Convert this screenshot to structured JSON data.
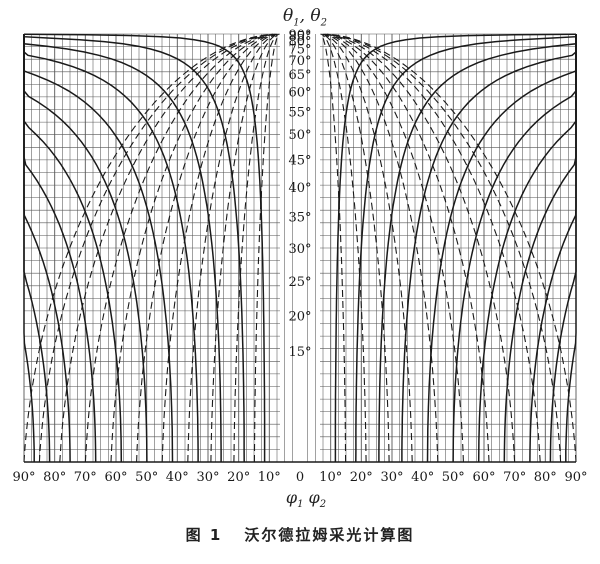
{
  "title_theta": {
    "text": "θ",
    "sub1": "1",
    "sep": ", ",
    "sub2": "2"
  },
  "title_phi": {
    "text": "φ",
    "sub1": "1",
    "sep": "  ",
    "sub2": "2"
  },
  "caption": {
    "number": "图 1",
    "text": "沃尔德拉姆采光计算图"
  },
  "x_ticks_left": [
    "90°",
    "80°",
    "70°",
    "60°",
    "50°",
    "40°",
    "30°",
    "20°",
    "10°"
  ],
  "x_tick_center": "0",
  "x_ticks_right": [
    "10°",
    "20°",
    "30°",
    "40°",
    "50°",
    "60°",
    "70°",
    "80°",
    "90°"
  ],
  "y_ticks": [
    {
      "label": "90°",
      "theta": 90
    },
    {
      "label": "85°",
      "theta": 85
    },
    {
      "label": "80°",
      "theta": 80
    },
    {
      "label": "75°",
      "theta": 75
    },
    {
      "label": "70°",
      "theta": 70
    },
    {
      "label": "65°",
      "theta": 65
    },
    {
      "label": "60°",
      "theta": 60
    },
    {
      "label": "55°",
      "theta": 55
    },
    {
      "label": "50°",
      "theta": 50
    },
    {
      "label": "45°",
      "theta": 45
    },
    {
      "label": "40°",
      "theta": 40
    },
    {
      "label": "35°",
      "theta": 35
    },
    {
      "label": "30°",
      "theta": 30
    },
    {
      "label": "25°",
      "theta": 25
    },
    {
      "label": "20°",
      "theta": 20
    },
    {
      "label": "15°",
      "theta": 15
    }
  ],
  "colors": {
    "ink": "#1a1a1a",
    "grid": "#555555",
    "paper": "#ffffff"
  }
}
